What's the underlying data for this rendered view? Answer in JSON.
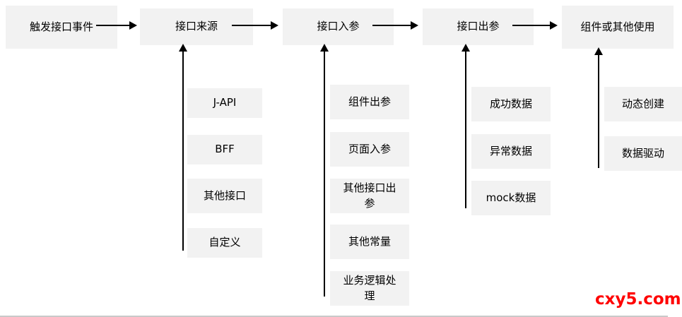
{
  "diagram": {
    "nodes": [
      "触发接口事件",
      "接口来源",
      "接口入参",
      "接口出参",
      "组件或其他使用"
    ],
    "branches": [
      {
        "parent": "接口来源",
        "items": [
          "J-API",
          "BFF",
          "其他接口",
          "自定义"
        ]
      },
      {
        "parent": "接口入参",
        "items": [
          "组件出参",
          "页面入参",
          "其他接口出参",
          "其他常量",
          "业务逻辑处理"
        ]
      },
      {
        "parent": "接口出参",
        "items": [
          "成功数据",
          "异常数据",
          "mock数据"
        ]
      },
      {
        "parent": "组件或其他使用",
        "items": [
          "动态创建",
          "数据驱动"
        ]
      }
    ],
    "colors": {
      "node_bg": "#f2f2f2",
      "arrow": "#000000",
      "background": "#ffffff",
      "watermark": "#ff0000"
    }
  },
  "watermark": {
    "text": "cxy5.com"
  }
}
